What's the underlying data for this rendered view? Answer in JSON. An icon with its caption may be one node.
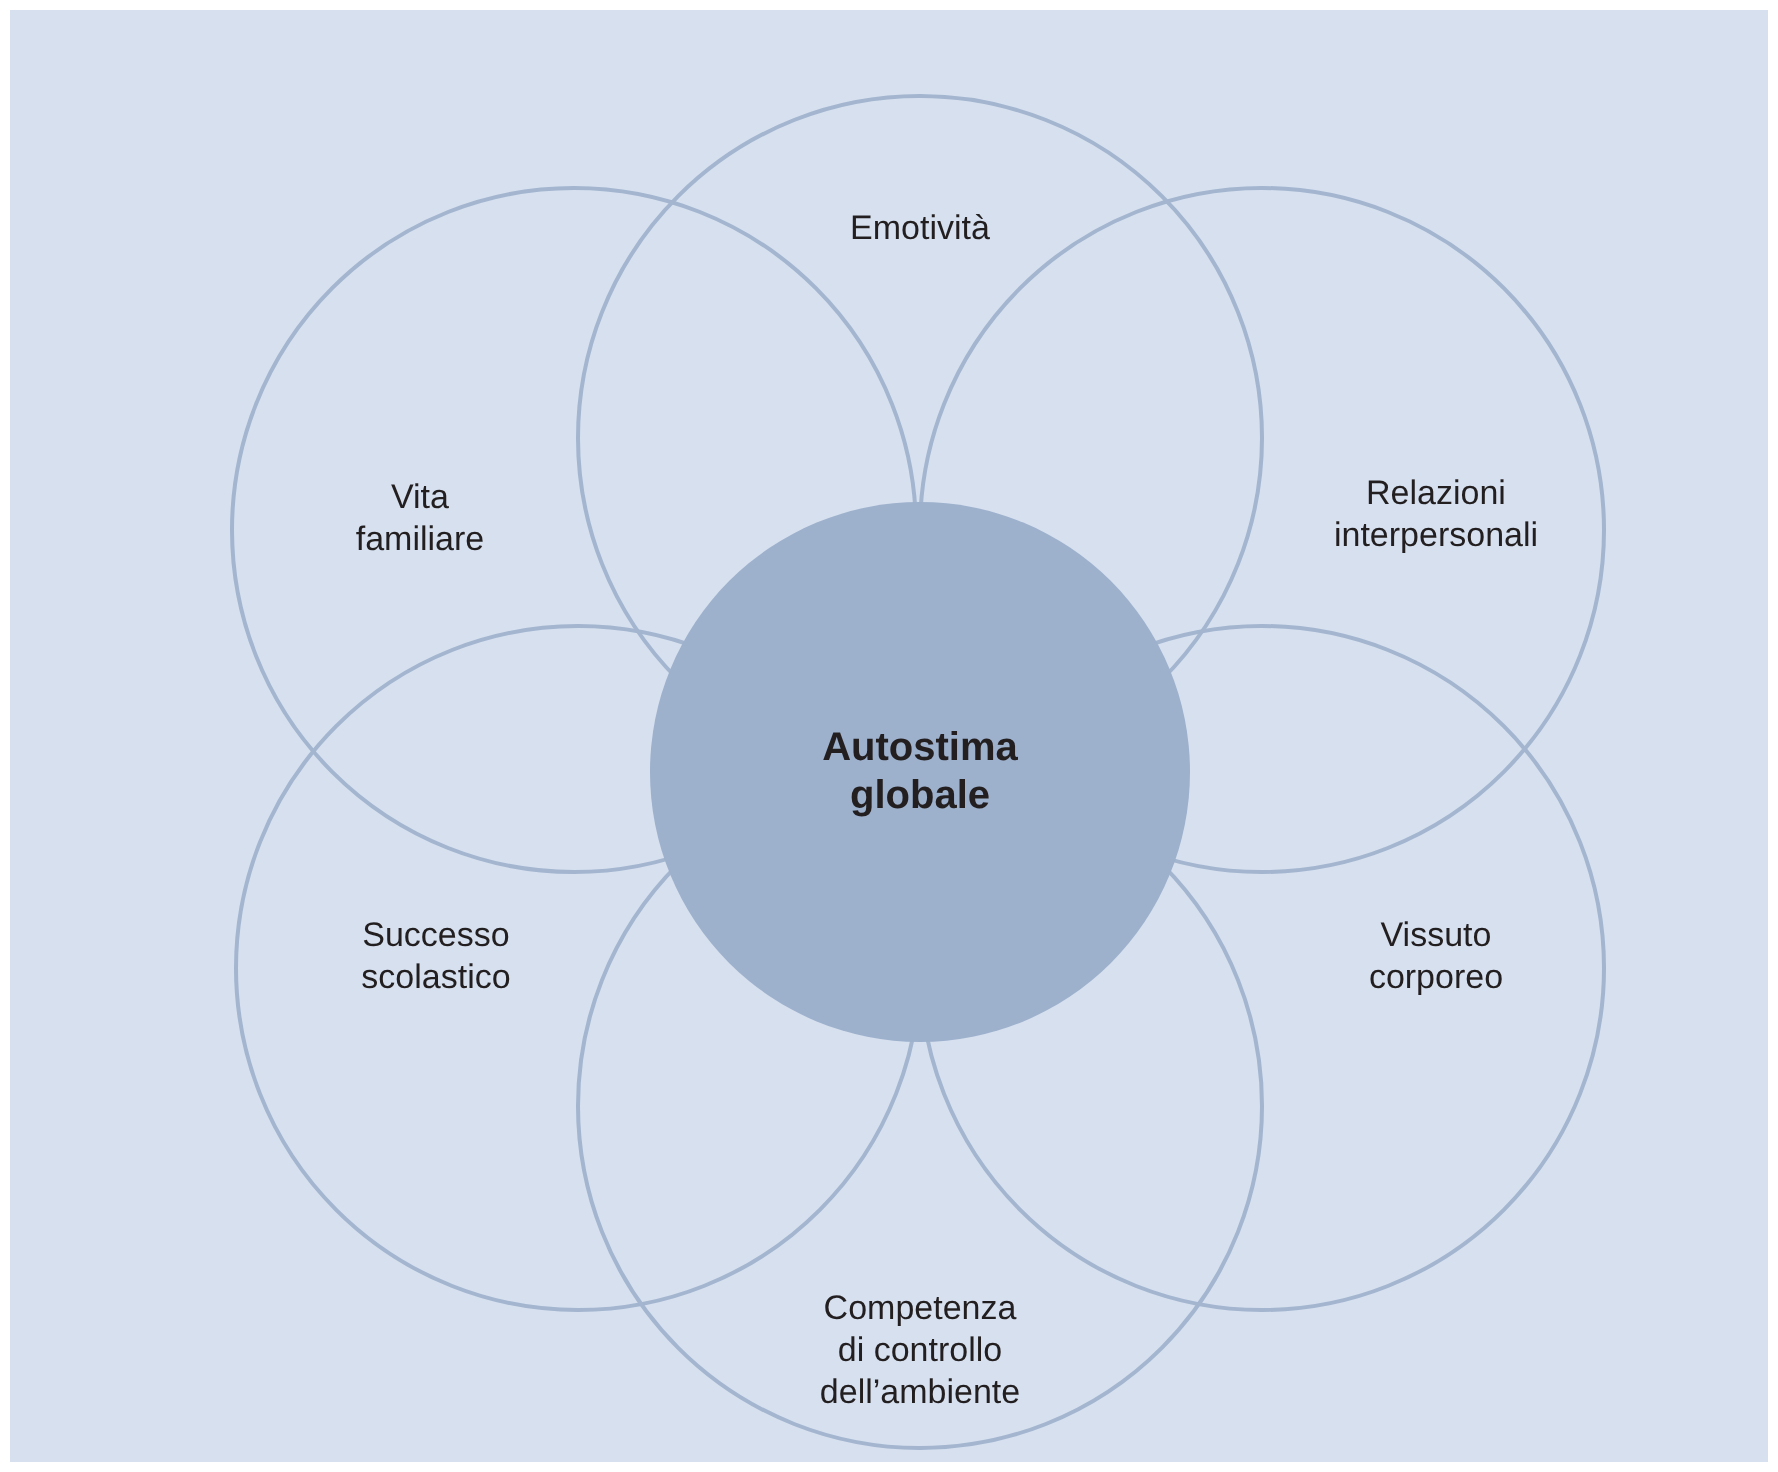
{
  "diagram": {
    "nodes": [
      {
        "text": [
          "Emotività"
        ]
      },
      {
        "text": [
          "Relazioni interpersonali"
        ]
      },
      {
        "text": [
          "Vissuto corporeo"
        ]
      },
      {
        "text": [
          "Competenza di controllo dell’ambiente"
        ]
      },
      {
        "text": [
          "Successo scolastico"
        ]
      },
      {
        "text": [
          "Vita familiare"
        ]
      },
      {
        "text": [
          "Autostima globale"
        ]
      }
    ]
  }
}
